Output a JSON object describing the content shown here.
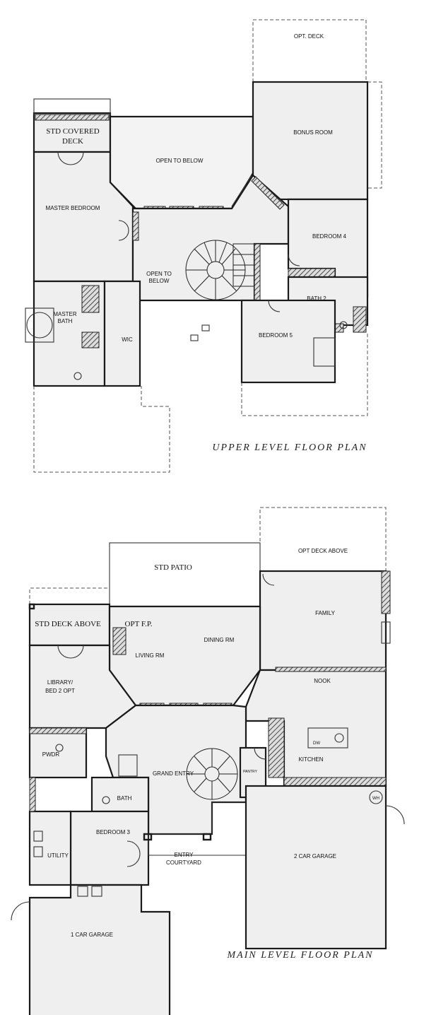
{
  "upper": {
    "title": "UPPER LEVEL FLOOR PLAN",
    "rooms": {
      "opt_deck": "OPT. DECK",
      "std_covered_deck_1": "STD COVERED",
      "std_covered_deck_2": "DECK",
      "bonus_room": "BONUS ROOM",
      "open_to_below_1": "OPEN TO BELOW",
      "master_bedroom": "MASTER BEDROOM",
      "open_to_below_2a": "OPEN TO",
      "open_to_below_2b": "BELOW",
      "bedroom_4": "BEDROOM 4",
      "master_bath_1": "MASTER",
      "master_bath_2": "BATH",
      "bath_2": "BATH 2",
      "wic": "WIC",
      "bedroom_5": "BEDROOM 5"
    }
  },
  "main": {
    "title": "MAIN LEVEL FLOOR PLAN",
    "rooms": {
      "opt_deck_above": "OPT DECK ABOVE",
      "std_patio": "STD PATIO",
      "std_deck_above": "STD DECK ABOVE",
      "opt_fp": "OPT F.P.",
      "dining_rm": "DINING RM",
      "living_rm": "LIVING RM",
      "family": "FAMILY",
      "library_1": "LIBRARY/",
      "library_2": "BED 2 OPT",
      "nook": "NOOK",
      "pwdr": "PWDR",
      "grand_entry": "GRAND ENTRY",
      "pantry": "PANTRY",
      "kitchen": "KITCHEN",
      "bath": "BATH",
      "bedroom_3": "BEDROOM 3",
      "entry_courtyard_1": "ENTRY",
      "entry_courtyard_2": "COURTYARD",
      "utility": "UTILITY",
      "two_car_garage": "2 CAR GARAGE",
      "one_car_garage": "1 CAR GARAGE",
      "wh": "WH",
      "dw": "DW"
    }
  }
}
